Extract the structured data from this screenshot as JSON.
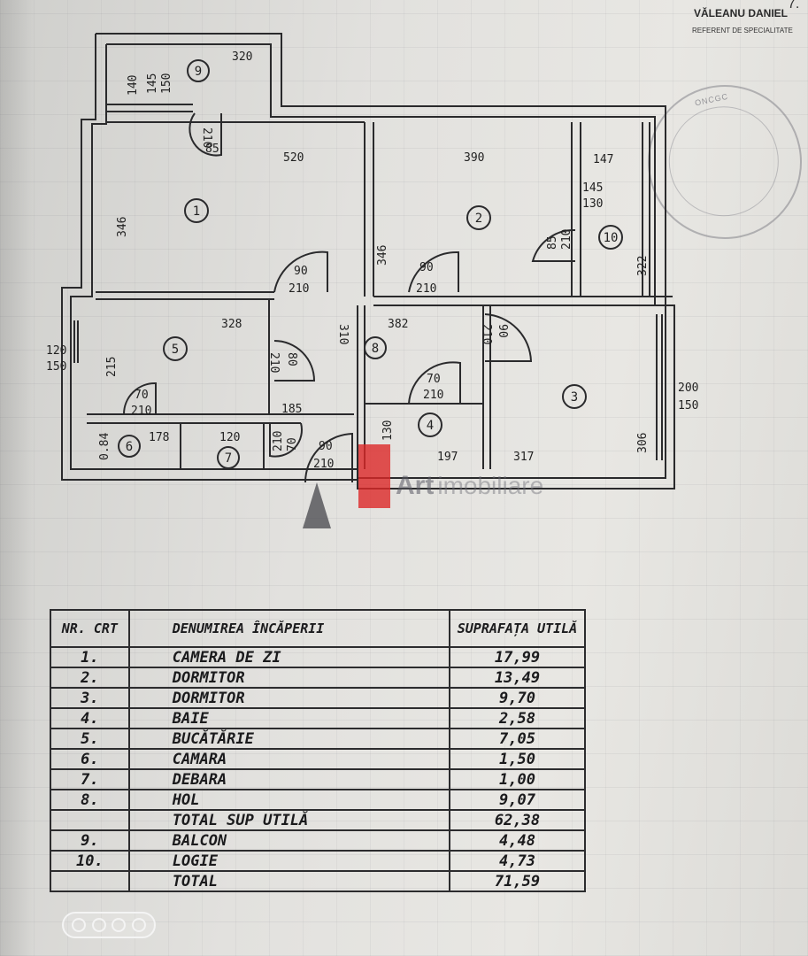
{
  "header": {
    "name": "VĂLEANU DANIEL",
    "role": "REFERENT DE SPECIALITATE",
    "page_mark": "7."
  },
  "stamp": {
    "text": "ONCGC"
  },
  "watermark": {
    "brand": "Art",
    "suffix": "imobiliare"
  },
  "plan": {
    "rooms": [
      "1",
      "2",
      "3",
      "4",
      "5",
      "6",
      "7",
      "8",
      "9",
      "10"
    ],
    "dims": {
      "d320": "320",
      "d140": "140",
      "d145": "145",
      "d150a": "150",
      "d210a": "210",
      "d85a": "85",
      "d520": "520",
      "d390": "390",
      "d147": "147",
      "d145b": "145",
      "d130": "130",
      "d346a": "346",
      "d346b": "346",
      "d85b": "85",
      "d210b": "210",
      "d322": "322",
      "d90a": "90",
      "d210c": "210",
      "d90b": "90",
      "d210d": "210",
      "d328": "328",
      "d310": "310",
      "d382": "382",
      "d210e": "210",
      "d90c": "90",
      "d120": "120",
      "d150b": "150",
      "d215": "215",
      "d210f": "210",
      "d80": "80",
      "d70a": "70",
      "d210g": "210",
      "d185": "185",
      "d70b": "70",
      "d210h": "210",
      "d130b": "130",
      "d200": "200",
      "d150c": "150",
      "d084": "0.84",
      "d178": "178",
      "d120b": "120",
      "d210i": "210",
      "d70c": "70",
      "d90d": "90",
      "d210j": "210",
      "d197": "197",
      "d317": "317",
      "d306": "306"
    }
  },
  "table": {
    "headers": {
      "nr": "NR. CRT",
      "name": "DENUMIREA ÎNCĂPERII",
      "area": "SUPRAFAȚA UTILĂ"
    },
    "rows": [
      {
        "nr": "1.",
        "name": "CAMERA DE ZI",
        "area": "17,99"
      },
      {
        "nr": "2.",
        "name": "DORMITOR",
        "area": "13,49"
      },
      {
        "nr": "3.",
        "name": "DORMITOR",
        "area": "9,70"
      },
      {
        "nr": "4.",
        "name": "BAIE",
        "area": "2,58"
      },
      {
        "nr": "5.",
        "name": "BUCĂTĂRIE",
        "area": "7,05"
      },
      {
        "nr": "6.",
        "name": "CAMARA",
        "area": "1,50"
      },
      {
        "nr": "7.",
        "name": "DEBARA",
        "area": "1,00"
      },
      {
        "nr": "8.",
        "name": "HOL",
        "area": "9,07"
      },
      {
        "nr": "",
        "name": "TOTAL SUP UTILĂ",
        "area": "62,38"
      },
      {
        "nr": "9.",
        "name": "BALCON",
        "area": "4,48"
      },
      {
        "nr": "10.",
        "name": "LOGIE",
        "area": "4,73"
      },
      {
        "nr": "",
        "name": "TOTAL",
        "area": "71,59"
      }
    ]
  }
}
